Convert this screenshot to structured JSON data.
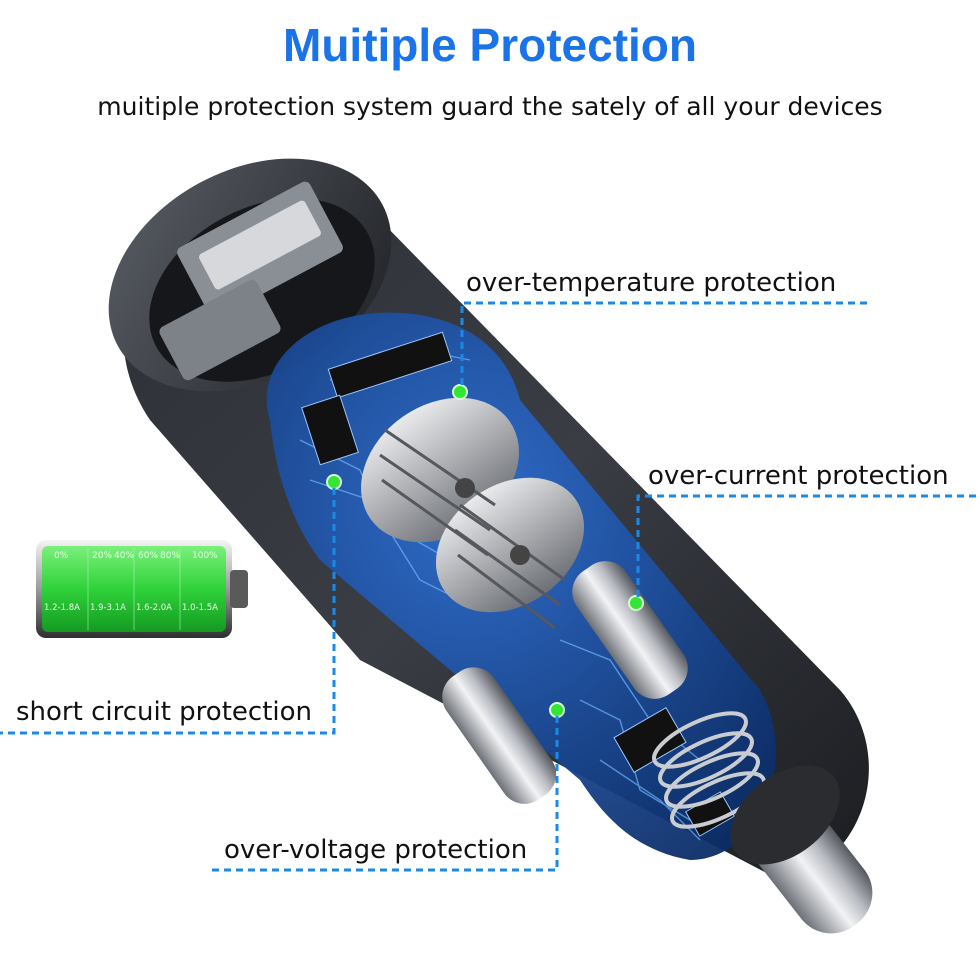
{
  "header": {
    "title": "Muitiple Protection",
    "subtitle": "muitiple protection system guard the sately of all your devices"
  },
  "labels": {
    "over_temperature": "over-temperature protection",
    "over_current": "over-current protection",
    "short_circuit": "short circuit protection",
    "over_voltage": "over-voltage protection"
  },
  "battery": {
    "percents": [
      "0%",
      "20%",
      "40%",
      "60%",
      "80%",
      "100%"
    ],
    "currents": [
      "1.2-1.8A",
      "1.9-3.1A",
      "1.6-2.0A",
      "1.0-1.5A"
    ]
  },
  "colors": {
    "accent": "#1a73e8",
    "leader_line": "#1e88e5",
    "indicator": "#33e633",
    "battery": "#2fd23a"
  }
}
